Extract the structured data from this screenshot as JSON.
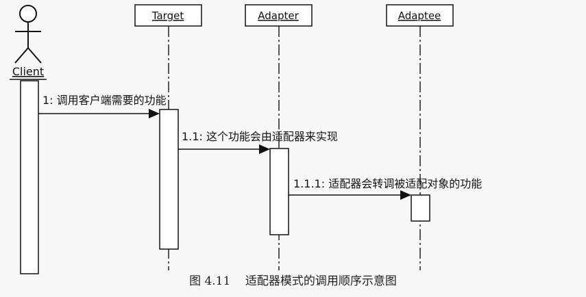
{
  "actor": {
    "label": "Client"
  },
  "objects": [
    {
      "id": "target",
      "label": "Target"
    },
    {
      "id": "adapter",
      "label": "Adapter"
    },
    {
      "id": "adaptee",
      "label": "Adaptee"
    }
  ],
  "messages": [
    {
      "id": "m1",
      "label": "1: 调用客户端需要的功能"
    },
    {
      "id": "m11",
      "label": "1.1: 这个功能会由适配器来实现"
    },
    {
      "id": "m111",
      "label": "1.1.1: 适配器会转调被适配对象的功能"
    }
  ],
  "caption": "图 4.11    适配器模式的调用顺序示意图"
}
